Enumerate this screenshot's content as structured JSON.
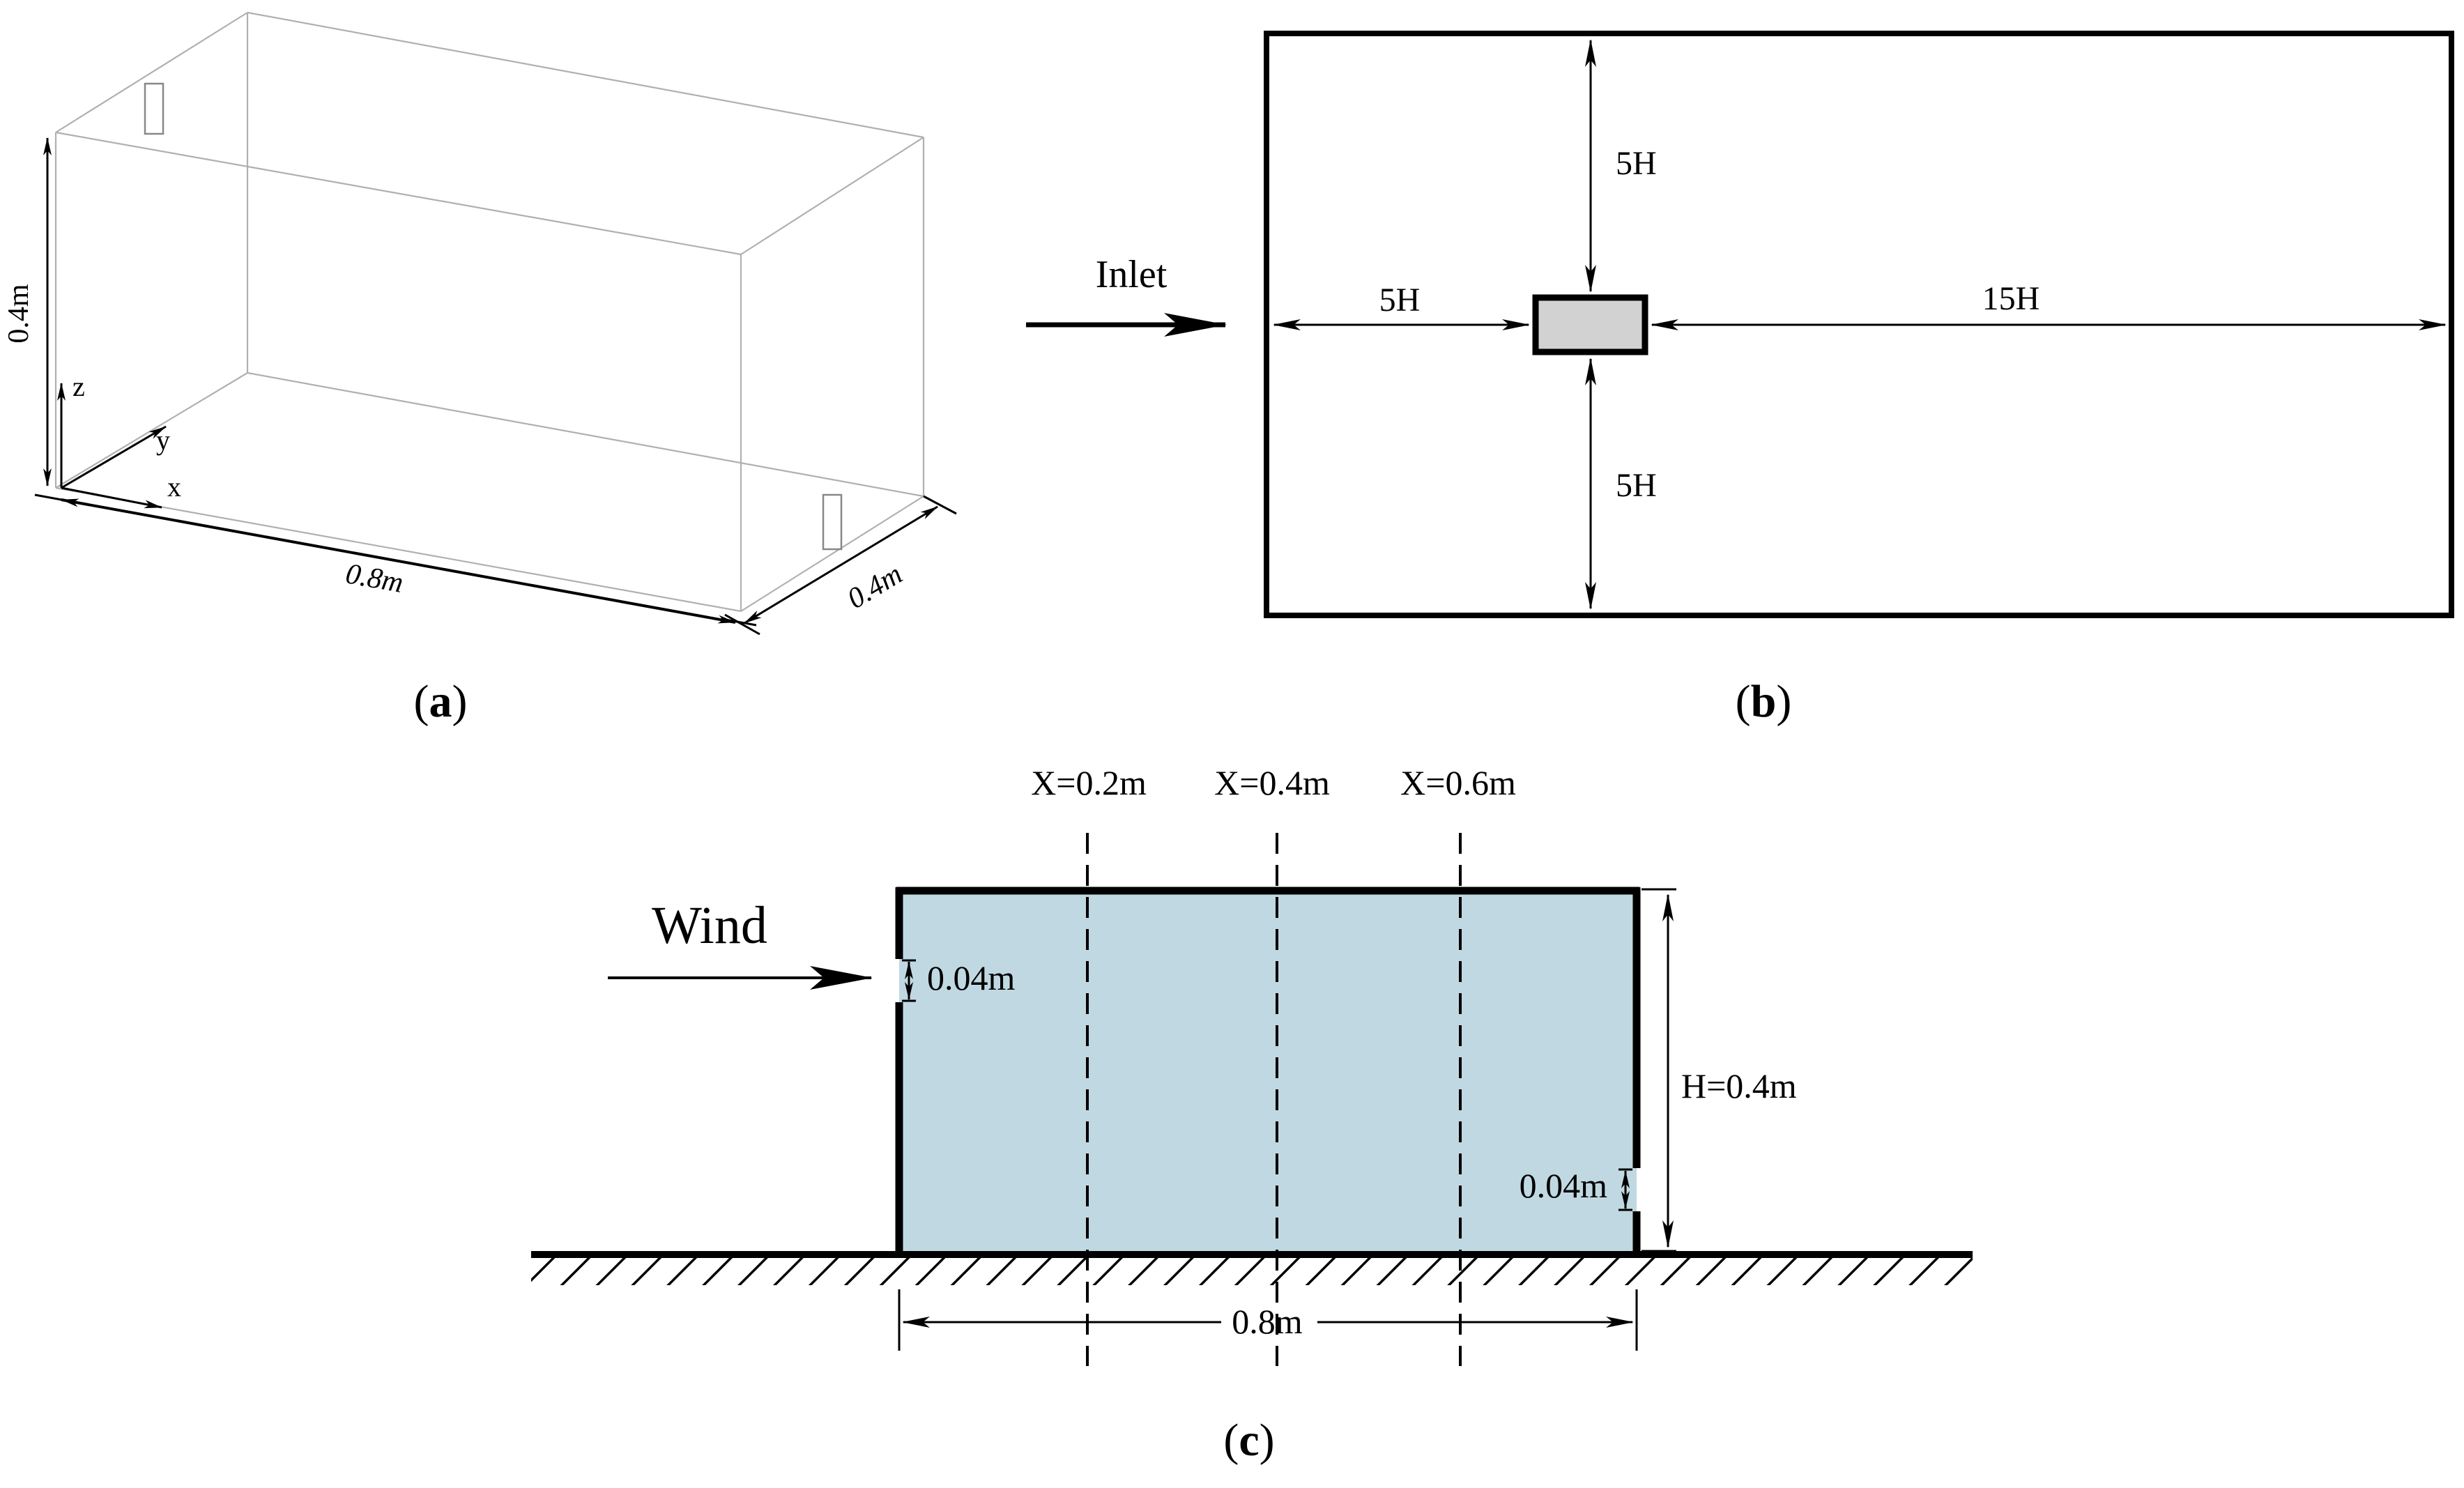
{
  "panel_a": {
    "caption_letter": "a",
    "height_label": "0.4m",
    "length_label": "0.8m",
    "depth_label": "0.4m",
    "axis_z": "z",
    "axis_y": "y",
    "axis_x": "x"
  },
  "panel_b": {
    "caption_letter": "b",
    "inlet_label": "Inlet",
    "top_label": "5H",
    "left_label": "5H",
    "right_label": "15H",
    "bottom_label": "5H"
  },
  "panel_c": {
    "caption_letter": "c",
    "wind_label": "Wind",
    "section_1": "X=0.2m",
    "section_2": "X=0.4m",
    "section_3": "X=0.6m",
    "inlet_opening": "0.04m",
    "outlet_opening": "0.04m",
    "height_label": "H=0.4m",
    "width_label": "0.8m",
    "room_fill": "#c0d8e1"
  }
}
